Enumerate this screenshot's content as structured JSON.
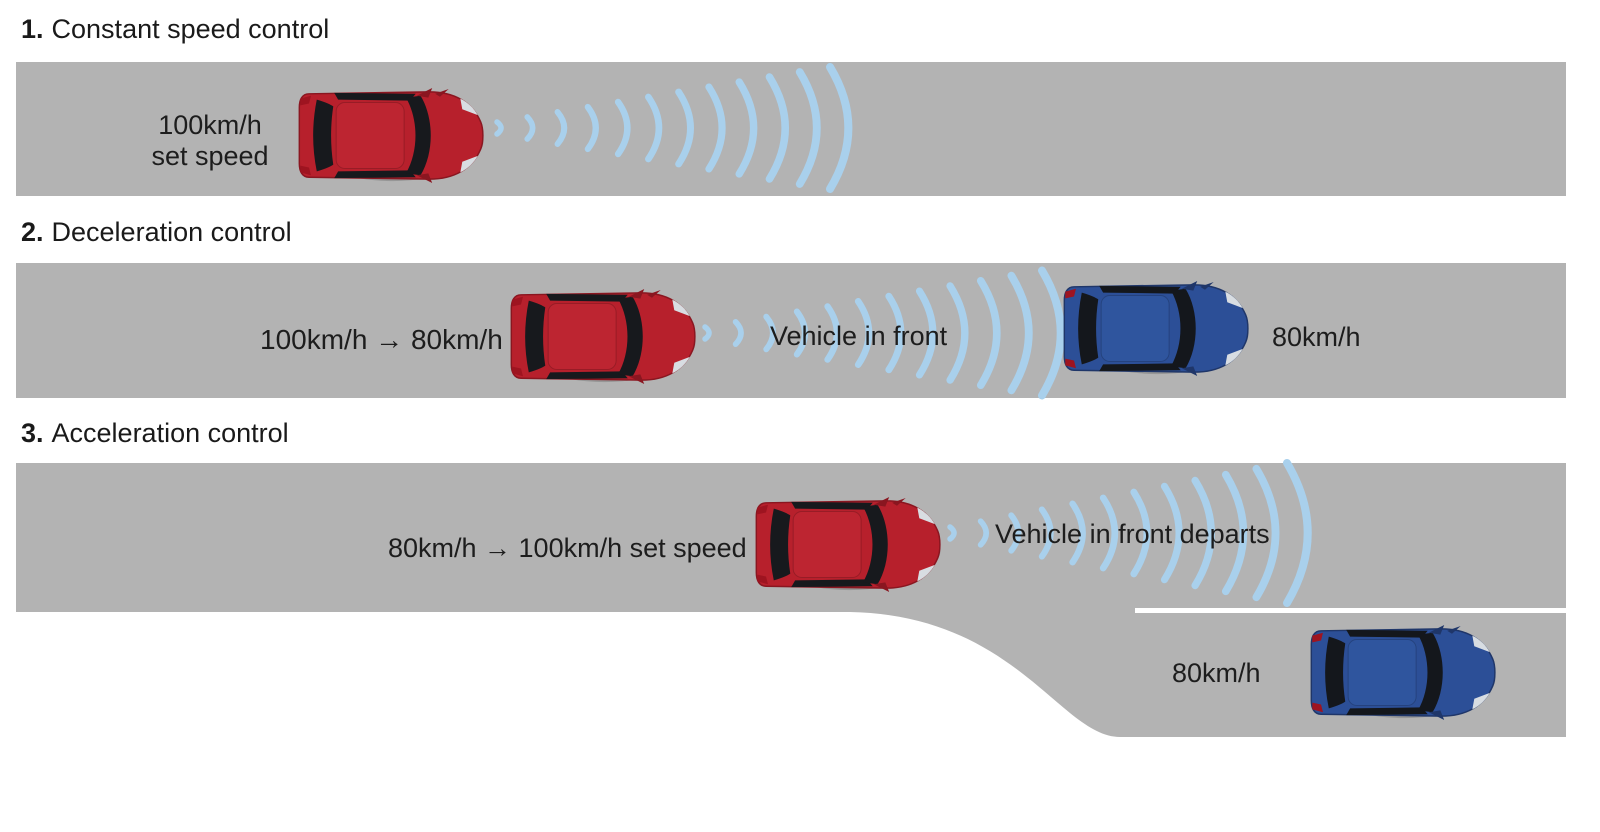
{
  "colors": {
    "road_gray": "#b3b3b3",
    "radar_wave_blue": "#a9d0ec",
    "lane_line_white": "#ffffff",
    "text": "#1d1d1d",
    "own_car_red": "#b7202c",
    "front_car_blue": "#2c4f97"
  },
  "sections": [
    {
      "number": "1.",
      "title": "Constant speed control",
      "left_label_line1": "100km/h",
      "left_label_line2": "set speed",
      "radar_wave_count": 12
    },
    {
      "number": "2.",
      "title": "Deceleration control",
      "left_label": "100km/h → 80km/h",
      "wave_label": "Vehicle in front",
      "front_vehicle_speed": "80km/h",
      "radar_wave_count": 12
    },
    {
      "number": "3.",
      "title": "Acceleration control",
      "left_label": "80km/h → 100km/h set speed",
      "wave_label": "Vehicle in front departs",
      "front_vehicle_speed": "80km/h",
      "radar_wave_count": 12
    }
  ]
}
